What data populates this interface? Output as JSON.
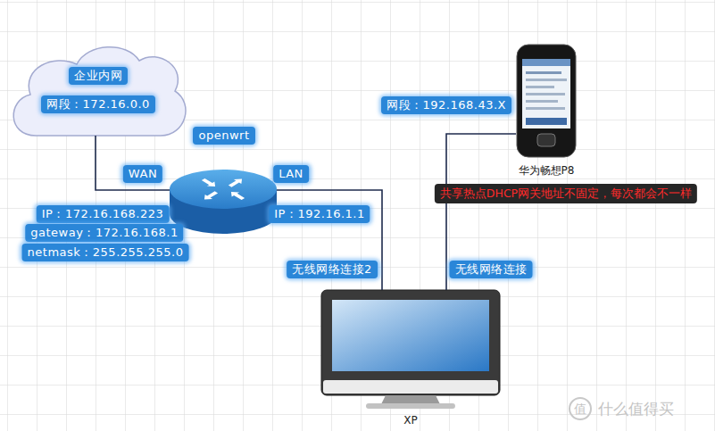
{
  "diagram": {
    "nodes": [
      {
        "text": [
          "企业内网",
          "网段：172.16.0.0"
        ]
      },
      {
        "text": [
          "openwrt"
        ]
      },
      {
        "text": [
          "华为畅想P8"
        ]
      },
      {
        "text": [
          "XP"
        ]
      }
    ],
    "edges": [
      {
        "from": 0,
        "to": 1,
        "label": "WAN",
        "arrow": "none"
      },
      {
        "from": 1,
        "to": 3,
        "label": "LAN",
        "arrow": "none"
      },
      {
        "from": 2,
        "to": 3,
        "label": "无线网络连接",
        "arrow": "none"
      }
    ],
    "labels": [
      "IP：172.16.168.223",
      "gateway：172.16.168.1",
      "netmask：255.255.255.0",
      "IP：192.16.1.1",
      "无线网络连接2",
      "网段：192.168.43.X",
      "共享热点DHCP网关地址不固定，每次都会不一样",
      "值",
      "什么值得买"
    ]
  }
}
